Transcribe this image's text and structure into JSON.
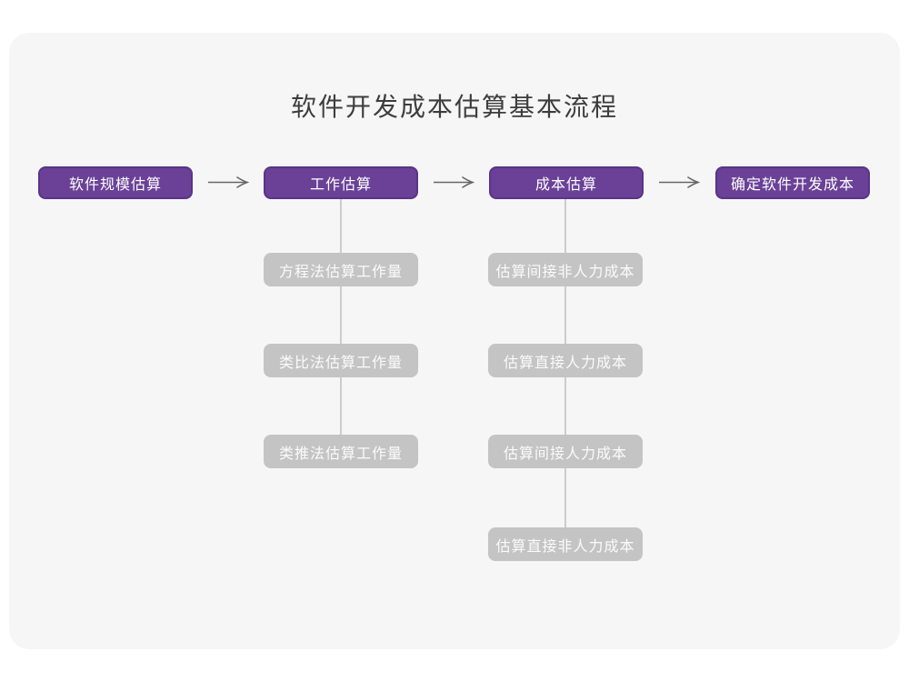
{
  "title": "软件开发成本估算基本流程",
  "colors": {
    "page_background": "#ffffff",
    "card_background": "#f6f6f7",
    "stage_fill": "#6a4197",
    "stage_border": "#5a3486",
    "stage_text": "#ffffff",
    "subnode_fill": "#c4c4c4",
    "subnode_text": "#fbfbfb",
    "connector_line": "#cccccc",
    "arrow": "#666666",
    "title_text": "#3d3d3d"
  },
  "stages": [
    {
      "label": "软件规模估算"
    },
    {
      "label": "工作估算"
    },
    {
      "label": "成本估算"
    },
    {
      "label": "确定软件开发成本"
    }
  ],
  "columns": [
    {
      "parent": "工作估算",
      "items": [
        {
          "label": "方程法估算工作量"
        },
        {
          "label": "类比法估算工作量"
        },
        {
          "label": "类推法估算工作量"
        }
      ]
    },
    {
      "parent": "成本估算",
      "items": [
        {
          "label": "估算间接非人力成本"
        },
        {
          "label": "估算直接人力成本"
        },
        {
          "label": "估算间接人力成本"
        },
        {
          "label": "估算直接非人力成本"
        }
      ]
    }
  ]
}
